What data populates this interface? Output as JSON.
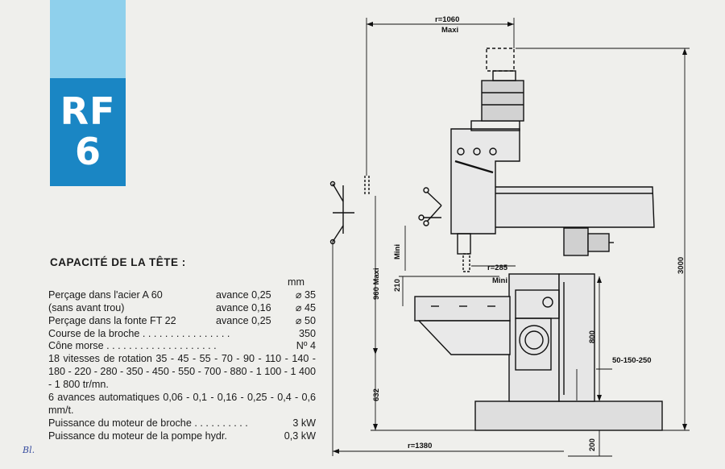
{
  "tab": {
    "model_line1": "RF",
    "model_line2": "6"
  },
  "capacity": {
    "heading": "CAPACITÉ DE LA TÊTE :",
    "unit_header": "mm",
    "rows": [
      {
        "label": "Perçage dans l'acier A 60",
        "mid": "avance 0,25",
        "value": "⌀ 35"
      },
      {
        "label": "(sans avant trou)",
        "mid": "avance 0,16",
        "value": "⌀ 45"
      },
      {
        "label": "Perçage dans la fonte FT 22",
        "mid": "avance 0,25",
        "value": "⌀ 50"
      },
      {
        "label": "Course de la broche",
        "mid": "",
        "value": "350"
      },
      {
        "label": "Cône morse",
        "mid": "",
        "value": "Nº 4"
      }
    ],
    "speeds": "18 vitesses de rotation 35 - 45 - 55 - 70 - 90 - 110 - 140 - 180 - 220 - 280 - 350 - 450 - 550 - 700 - 880 - 1 100 - 1 400 - 1 800 tr/mn.",
    "feeds": "6 avances automatiques 0,06 - 0,1 - 0,16 - 0,25 - 0,4 - 0,6 mm/t.",
    "motors": [
      {
        "label": "Puissance du moteur de broche",
        "value": "3 kW"
      },
      {
        "label": "Puissance du moteur de la pompe hydr.",
        "value": "0,3 kW"
      }
    ]
  },
  "drawing": {
    "radius_max": "r=1060",
    "radius_max_note": "Maxi",
    "height_total": "3000",
    "height_960": "960 Maxi",
    "height_210": "210",
    "mini_left": "Mini",
    "radius_min": "r=285",
    "radius_min_note": "Mini",
    "height_800": "800",
    "table_steps": "50-150-250",
    "height_632": "632",
    "height_200": "200",
    "radius_base": "r=1380"
  },
  "initials": "Bl."
}
